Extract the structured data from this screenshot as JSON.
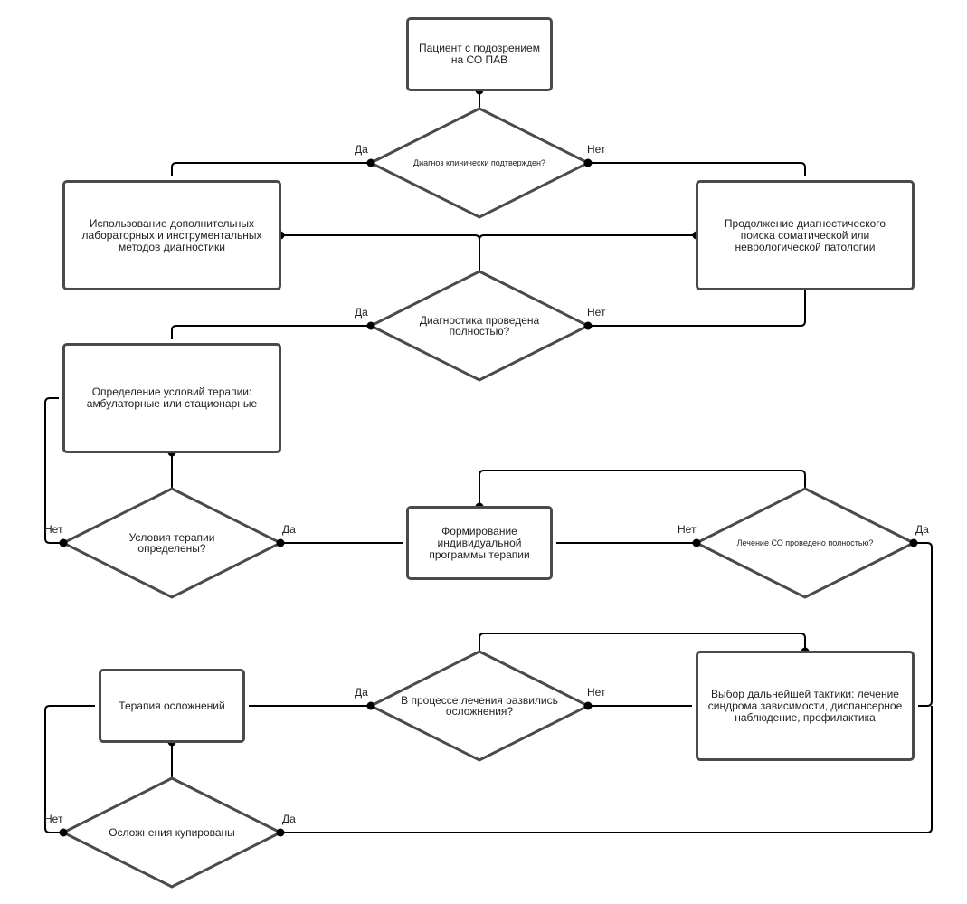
{
  "nodes": {
    "start": "Пациент с подозрением на СО ПАВ",
    "d1": "Диагноз клинически подтвержден?",
    "p_left1": "Использование дополнительных лабораторных и инструментальных методов диагностики",
    "p_right1": "Продолжение диагностического поиска соматической или неврологической патологии",
    "d2": "Диагностика проведена полностью?",
    "p_cond": "Определение условий терапии: амбулаторные или стационарные",
    "d3": "Условия терапии определены?",
    "p_prog": "Формирование индивидуальной программы терапии",
    "d4": "Лечение СО проведено полностью?",
    "p_tactics": "Выбор дальнейшей тактики: лечение синдрома зависимости, диспансерное наблюдение, профилактика",
    "d5": "В процессе лечения развились осложнения?",
    "p_compl": "Терапия осложнений",
    "d6": "Осложнения купированы"
  },
  "edge_labels": {
    "yes": "Да",
    "no": "Нет"
  },
  "colors": {
    "border": "#4a4a4a",
    "line": "#000000"
  }
}
